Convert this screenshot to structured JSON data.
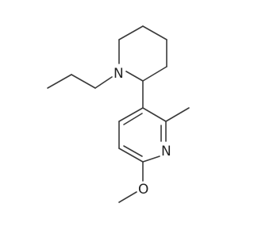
{
  "colors": {
    "background": "#ffffff",
    "bond": "#3a3a3a",
    "text": "#222222"
  },
  "atoms": {
    "piperidine_n": "N",
    "pyridine_n": "N",
    "methoxy_o": "O"
  }
}
